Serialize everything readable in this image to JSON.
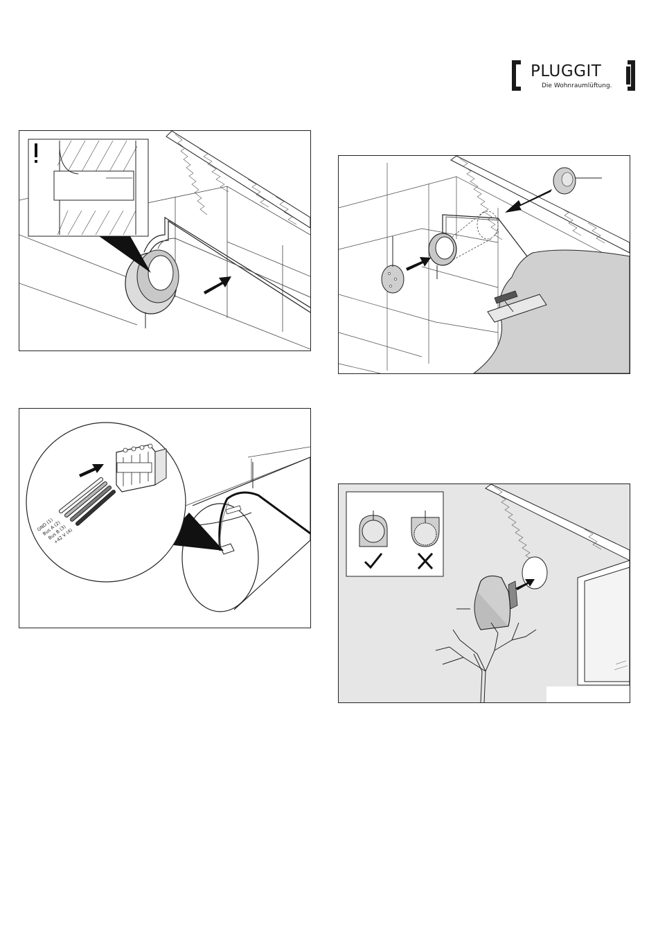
{
  "brand": {
    "name": "PLUGGIT",
    "tagline": "Die Wohnraumlüftung.",
    "color": "#1a1a1a"
  },
  "panels": [
    {
      "id": "install-cable-cover",
      "icon": "warning-icon"
    },
    {
      "id": "plaster-cover-plate",
      "icon": "trowel-icon"
    },
    {
      "id": "terminal-connection",
      "connector_pins": [
        "GND (1)",
        "Bus A (2)",
        "Bus B (3)",
        "+42 V (4)"
      ]
    },
    {
      "id": "mount-control-unit",
      "icons": [
        "checkmark-icon",
        "cross-icon"
      ]
    }
  ],
  "colors": {
    "line": "#222222",
    "wall_grey": "#e6e6e6",
    "plaster_grey": "#d0d0d0",
    "device_grey": "#c8c8c8",
    "arrow": "#111111"
  }
}
